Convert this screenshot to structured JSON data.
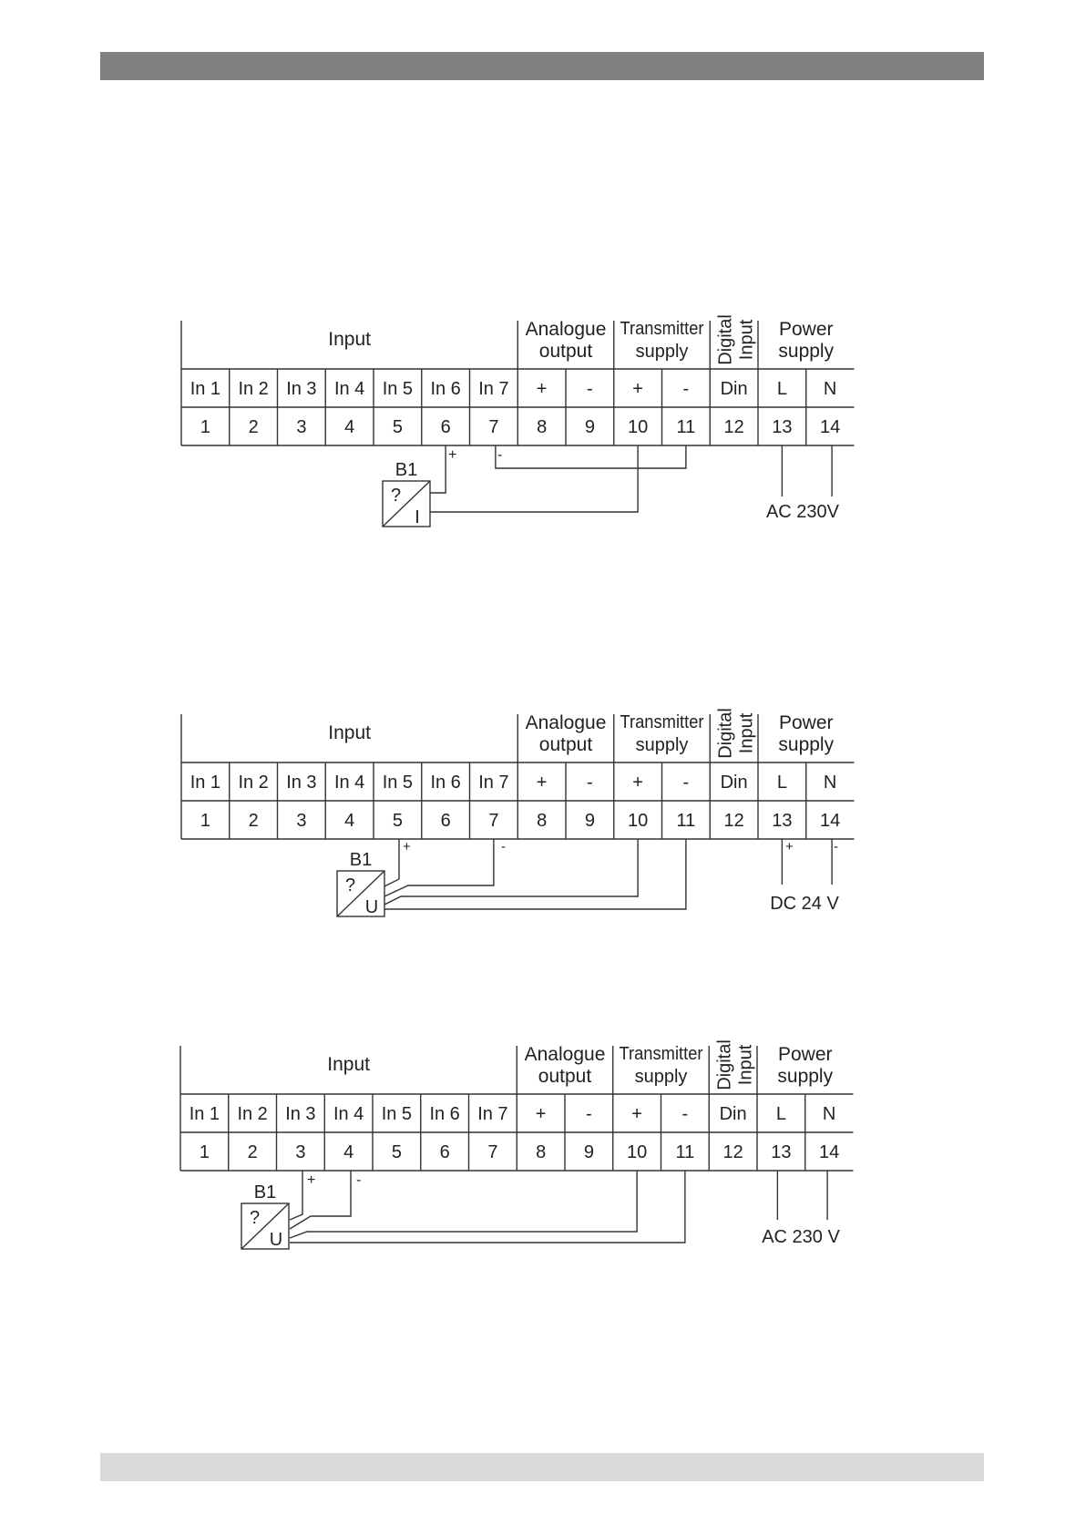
{
  "header_bar": {
    "color": "#808080"
  },
  "footer_bar": {
    "color": "#d9d9d9"
  },
  "footer_mark": "",
  "header_groups": {
    "input": "Input",
    "analogue_output": [
      "Analogue",
      "output"
    ],
    "transmitter_supply": [
      "Transmitter",
      "supply"
    ],
    "digital_input": [
      "Digital",
      "Input"
    ],
    "power_supply": [
      "Power",
      "supply"
    ]
  },
  "terminal_labels": [
    "In 1",
    "In 2",
    "In 3",
    "In 4",
    "In 5",
    "In 6",
    "In 7",
    "+",
    "-",
    "+",
    "-",
    "Din",
    "L",
    "N"
  ],
  "terminal_numbers": [
    "1",
    "2",
    "3",
    "4",
    "5",
    "6",
    "7",
    "8",
    "9",
    "10",
    "11",
    "12",
    "13",
    "14"
  ],
  "diagrams": [
    {
      "id": "diagram-1",
      "sensor": {
        "name": "B1",
        "top": "?",
        "bottom": "I"
      },
      "sensor_plus": "+",
      "sensor_minus": "-",
      "supply_label": "AC 230V",
      "supply_plus": "",
      "supply_minus": ""
    },
    {
      "id": "diagram-2",
      "sensor": {
        "name": "B1",
        "top": "?",
        "bottom": "U"
      },
      "sensor_plus": "+",
      "sensor_minus": "-",
      "supply_label": "DC 24 V",
      "supply_plus": "+",
      "supply_minus": "-"
    },
    {
      "id": "diagram-3",
      "sensor": {
        "name": "B1",
        "top": "?",
        "bottom": "U"
      },
      "sensor_plus": "+",
      "sensor_minus": "-",
      "supply_label": "AC 230 V",
      "supply_plus": "",
      "supply_minus": ""
    }
  ]
}
